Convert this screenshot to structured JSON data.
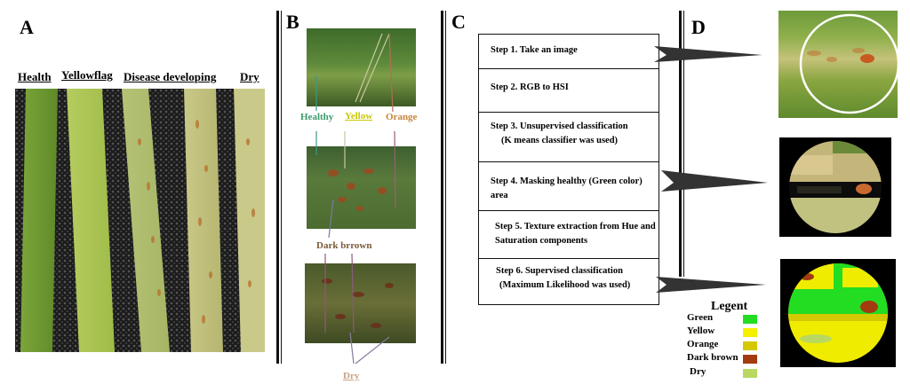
{
  "panels": {
    "a": "A",
    "b": "B",
    "c": "C",
    "d": "D"
  },
  "panel_a": {
    "labels": [
      "Health",
      "Yellowflag",
      "Disease developing",
      "Dry"
    ]
  },
  "panel_b": {
    "healthy": "Healthy",
    "yellow": "Yellow",
    "orange": "Orange",
    "dark_brown": "Dark brrown",
    "dry": "Dry"
  },
  "steps": [
    {
      "line1": "Step 1. Take an image",
      "line2": ""
    },
    {
      "line1": "Step 2. RGB  to HSI",
      "line2": ""
    },
    {
      "line1": "Step 3. Unsupervised classification",
      "line2": "(K means classifier was used)"
    },
    {
      "line1": "Step 4. Masking healthy (Green color) area",
      "line2": ""
    },
    {
      "line1": "Step 5. Texture extraction from Hue and",
      "line2": "Saturation components"
    },
    {
      "line1": "Step 6.  Supervised classification",
      "line2": "(Maximum Likelihood was used)"
    }
  ],
  "legend": {
    "title": "Legent",
    "items": [
      {
        "label": "Green",
        "color": "#22dd22"
      },
      {
        "label": "Yellow",
        "color": "#f5f000"
      },
      {
        "label": "Orange",
        "color": "#d4c800"
      },
      {
        "label": "Dark brown",
        "color": "#a33a10"
      },
      {
        "label": "Dry",
        "color": "#b8d860"
      }
    ]
  },
  "colors": {
    "healthy_label": "#3a9a6a",
    "yellow_label": "#c8c800",
    "orange_label": "#c8853a",
    "dark_brown_label": "#7a5a3a",
    "dry_label": "#c8a080"
  }
}
